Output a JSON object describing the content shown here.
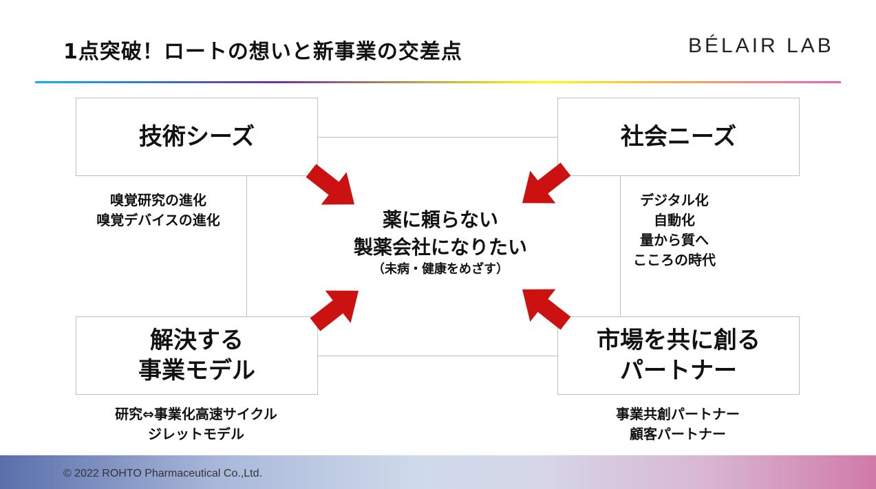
{
  "title": "1点突破！ロートの想いと新事業の交差点",
  "logo": "BÉLAIR LAB",
  "boxes": {
    "top_left": "技術シーズ",
    "top_right": "社会ニーズ",
    "bottom_left": "解決する\n事業モデル",
    "bottom_right": "市場を共に創る\nパートナー"
  },
  "notes": {
    "top_left": "嗅覚研究の進化\n嗅覚デバイスの進化",
    "top_right": "デジタル化\n自動化\n量から質へ\nこころの時代",
    "bottom_left": "研究⇔事業化高速サイクル\nジレットモデル",
    "bottom_right": "事業共創パートナー\n顧客パートナー"
  },
  "center": {
    "main": "薬に頼らない\n製薬会社になりたい",
    "sub": "（未病・健康をめざす）"
  },
  "footer": "© 2022 ROHTO Pharmaceutical Co.,Ltd.",
  "colors": {
    "arrow": "#cc1111",
    "border": "#bfbfbf"
  }
}
